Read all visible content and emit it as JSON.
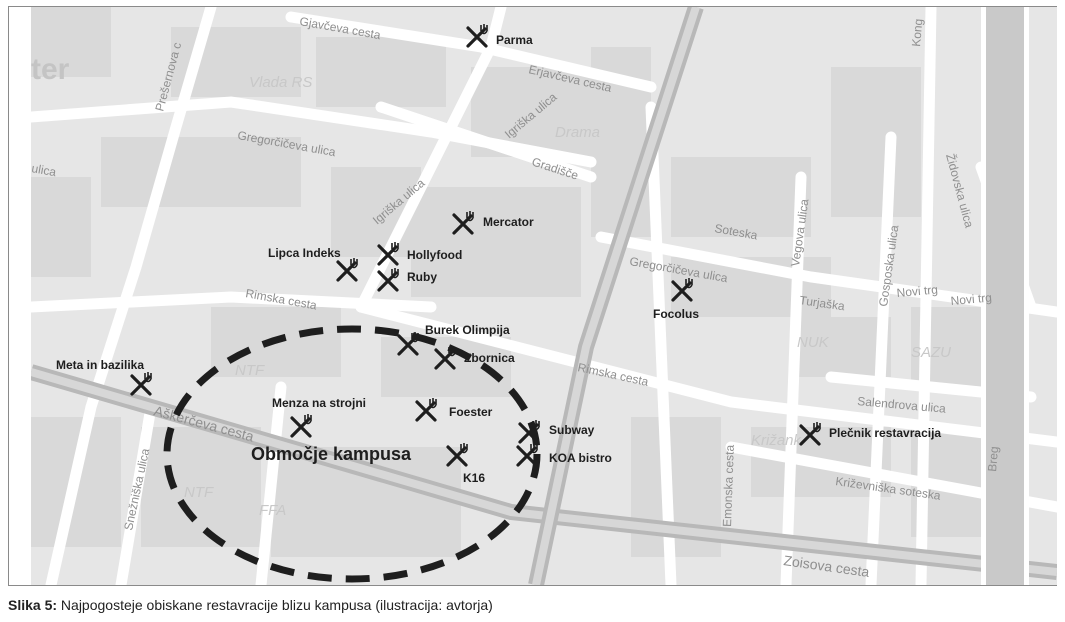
{
  "colors": {
    "background": "#e6e6e6",
    "road": "#ffffff",
    "block": "#d9d9d9",
    "main_road": "#bdbdbd",
    "river": "#c9c9c9",
    "icon": "#1e1e1e",
    "campus_outline": "#1e1e1e"
  },
  "map": {
    "partial_label": "ter",
    "campus_label": "Območje kampusa",
    "streets": {
      "jjavceva": "Gjavčeva cesta",
      "presernova": "Prešernova c",
      "erjavceva": "Erjavčeva cesta",
      "igriska1": "Igriška ulica",
      "igriska2": "Igriška ulica",
      "gregorciceva1": "Gregorčičeva ulica",
      "gregorciceva2": "Gregorčičeva ulica",
      "gradisce": "Gradišče",
      "ulica_left": "ulica",
      "rimska1": "Rimska cesta",
      "rimska2": "Rimska cesta",
      "askerceva": "Aškerčeva cesta",
      "snezniska": "Snežniška ulica",
      "soteska": "Soteska",
      "vegova": "Vegova ulica",
      "gosposka": "Gosposka ulica",
      "zidovska": "Židovska ulica",
      "turjaska": "Turjaška",
      "novi_trg1": "Novi trg",
      "novi_trg2": "Novi trg",
      "salendrova": "Salendrova ulica",
      "emonska": "Emonska cesta",
      "krizevniska": "Križevniška soteska",
      "breg": "Breg",
      "zoisova": "Zoisova cesta",
      "kong": "Kong"
    },
    "districts": {
      "vlada": "Vlada RS",
      "drama": "Drama",
      "ntf1": "NTF",
      "ntf2": "NTF",
      "ffa": "FFA",
      "nuk": "NUK",
      "sazu": "SAZU",
      "krizanke": "Križank"
    },
    "restaurants": [
      {
        "id": "parma",
        "name": "Parma"
      },
      {
        "id": "mercator",
        "name": "Mercator"
      },
      {
        "id": "lipca",
        "name": "Lipca Indeks"
      },
      {
        "id": "hollyfood",
        "name": "Hollyfood"
      },
      {
        "id": "ruby",
        "name": "Ruby"
      },
      {
        "id": "focolus",
        "name": "Focolus"
      },
      {
        "id": "burek",
        "name": "Burek Olimpija"
      },
      {
        "id": "zbornica",
        "name": "Zbornica"
      },
      {
        "id": "meta",
        "name": "Meta in bazilika"
      },
      {
        "id": "menza",
        "name": "Menza na strojni"
      },
      {
        "id": "foester",
        "name": "Foester"
      },
      {
        "id": "subway",
        "name": "Subway"
      },
      {
        "id": "koa",
        "name": "KOA bistro"
      },
      {
        "id": "k16",
        "name": "K16"
      },
      {
        "id": "plecnik",
        "name": "Plečnik restavracija"
      }
    ]
  },
  "caption": {
    "label": "Slika 5:",
    "text": "Najpogosteje obiskane restavracije blizu kampusa (ilustracija: avtorja)"
  }
}
